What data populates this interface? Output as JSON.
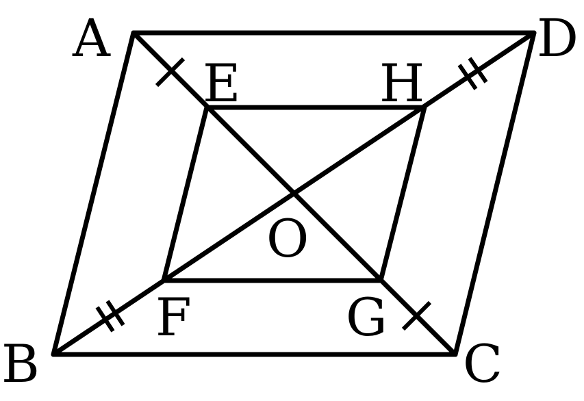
{
  "diagram": {
    "labels": {
      "A": "A",
      "B": "B",
      "C": "C",
      "D": "D",
      "E": "E",
      "F": "F",
      "G": "G",
      "H": "H",
      "O": "O"
    }
  }
}
